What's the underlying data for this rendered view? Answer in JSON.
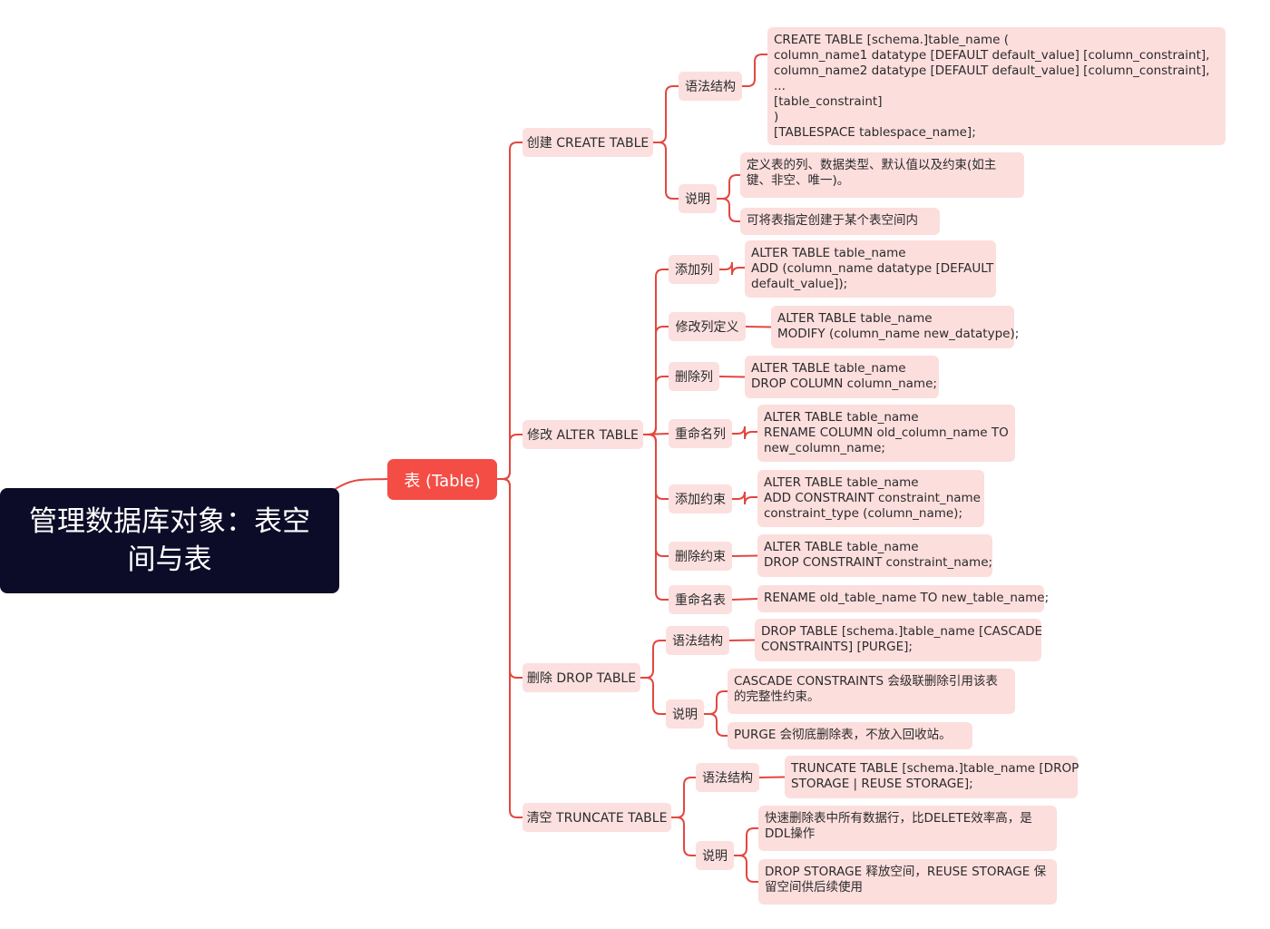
{
  "root": {
    "title": "管理数据库对象：表空间与表"
  },
  "main": {
    "label": "表 (Table)"
  },
  "branches": [
    {
      "label": "创建 CREATE TABLE",
      "children": [
        {
          "label": "语法结构",
          "leaves": [
            {
              "lines": [
                "CREATE TABLE [schema.]table_name (",
                "column_name1 datatype [DEFAULT default_value] [column_constraint],",
                "column_name2 datatype [DEFAULT default_value] [column_constraint],",
                "...",
                "[table_constraint]",
                ")",
                "[TABLESPACE tablespace_name];"
              ]
            }
          ]
        },
        {
          "label": "说明",
          "leaves": [
            {
              "lines": [
                "定义表的列、数据类型、默认值以及约束(如主",
                "键、非空、唯一)。"
              ]
            },
            {
              "lines": [
                "可将表指定创建于某个表空间内"
              ]
            }
          ]
        }
      ]
    },
    {
      "label": "修改 ALTER TABLE",
      "children": [
        {
          "label": "添加列",
          "leaves": [
            {
              "lines": [
                "ALTER TABLE table_name",
                "ADD (column_name datatype [DEFAULT",
                "default_value]);"
              ]
            }
          ]
        },
        {
          "label": "修改列定义",
          "leaves": [
            {
              "lines": [
                "ALTER TABLE table_name",
                "MODIFY (column_name new_datatype);"
              ]
            }
          ]
        },
        {
          "label": "删除列",
          "leaves": [
            {
              "lines": [
                "ALTER TABLE table_name",
                "DROP COLUMN column_name;"
              ]
            }
          ]
        },
        {
          "label": "重命名列",
          "leaves": [
            {
              "lines": [
                "ALTER TABLE table_name",
                "RENAME COLUMN old_column_name TO",
                "new_column_name;"
              ]
            }
          ]
        },
        {
          "label": "添加约束",
          "leaves": [
            {
              "lines": [
                "ALTER TABLE table_name",
                "ADD CONSTRAINT constraint_name",
                "constraint_type (column_name);"
              ]
            }
          ]
        },
        {
          "label": "删除约束",
          "leaves": [
            {
              "lines": [
                "ALTER TABLE table_name",
                "DROP CONSTRAINT constraint_name;"
              ]
            }
          ]
        },
        {
          "label": "重命名表",
          "leaves": [
            {
              "lines": [
                "RENAME old_table_name TO new_table_name;"
              ]
            }
          ]
        }
      ]
    },
    {
      "label": "删除 DROP TABLE",
      "children": [
        {
          "label": "语法结构",
          "leaves": [
            {
              "lines": [
                "DROP TABLE [schema.]table_name [CASCADE",
                "CONSTRAINTS] [PURGE];"
              ]
            }
          ]
        },
        {
          "label": "说明",
          "leaves": [
            {
              "lines": [
                "CASCADE CONSTRAINTS 会级联删除引用该表",
                "的完整性约束。"
              ]
            },
            {
              "lines": [
                "PURGE 会彻底删除表，不放入回收站。"
              ]
            }
          ]
        }
      ]
    },
    {
      "label": "清空 TRUNCATE TABLE",
      "children": [
        {
          "label": "语法结构",
          "leaves": [
            {
              "lines": [
                "TRUNCATE TABLE [schema.]table_name [DROP",
                "STORAGE | REUSE STORAGE];"
              ]
            }
          ]
        },
        {
          "label": "说明",
          "leaves": [
            {
              "lines": [
                "快速删除表中所有数据行，比DELETE效率高，是",
                "DDL操作"
              ]
            },
            {
              "lines": [
                "DROP STORAGE 释放空间，REUSE STORAGE 保",
                "留空间供后续使用"
              ]
            }
          ]
        }
      ]
    }
  ]
}
